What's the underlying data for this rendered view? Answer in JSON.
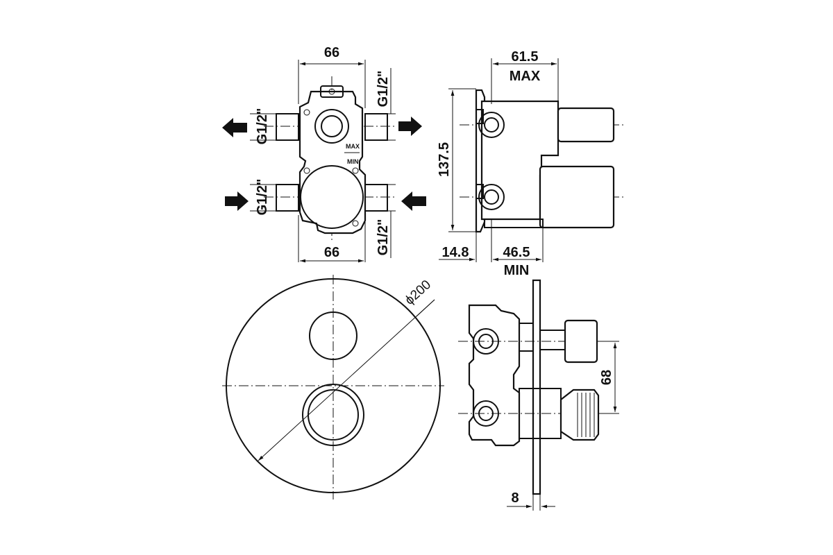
{
  "dimensions": {
    "top_width": "66",
    "bottom_width": "66",
    "thread_upper_right": "G1/2\"",
    "thread_lower_right": "G1/2\"",
    "thread_upper_left": "G1/2\"",
    "thread_lower_left": "G1/2\"",
    "depth_max_value": "61.5",
    "depth_max_label": "MAX",
    "height": "137.5",
    "offset_left": "14.8",
    "depth_min_value": "46.5",
    "depth_min_label": "MIN",
    "plate_diameter": "ϕ200",
    "handle_spacing": "68",
    "plate_thickness": "8"
  },
  "body_marks": {
    "max": "MAX",
    "min": "MIN"
  }
}
